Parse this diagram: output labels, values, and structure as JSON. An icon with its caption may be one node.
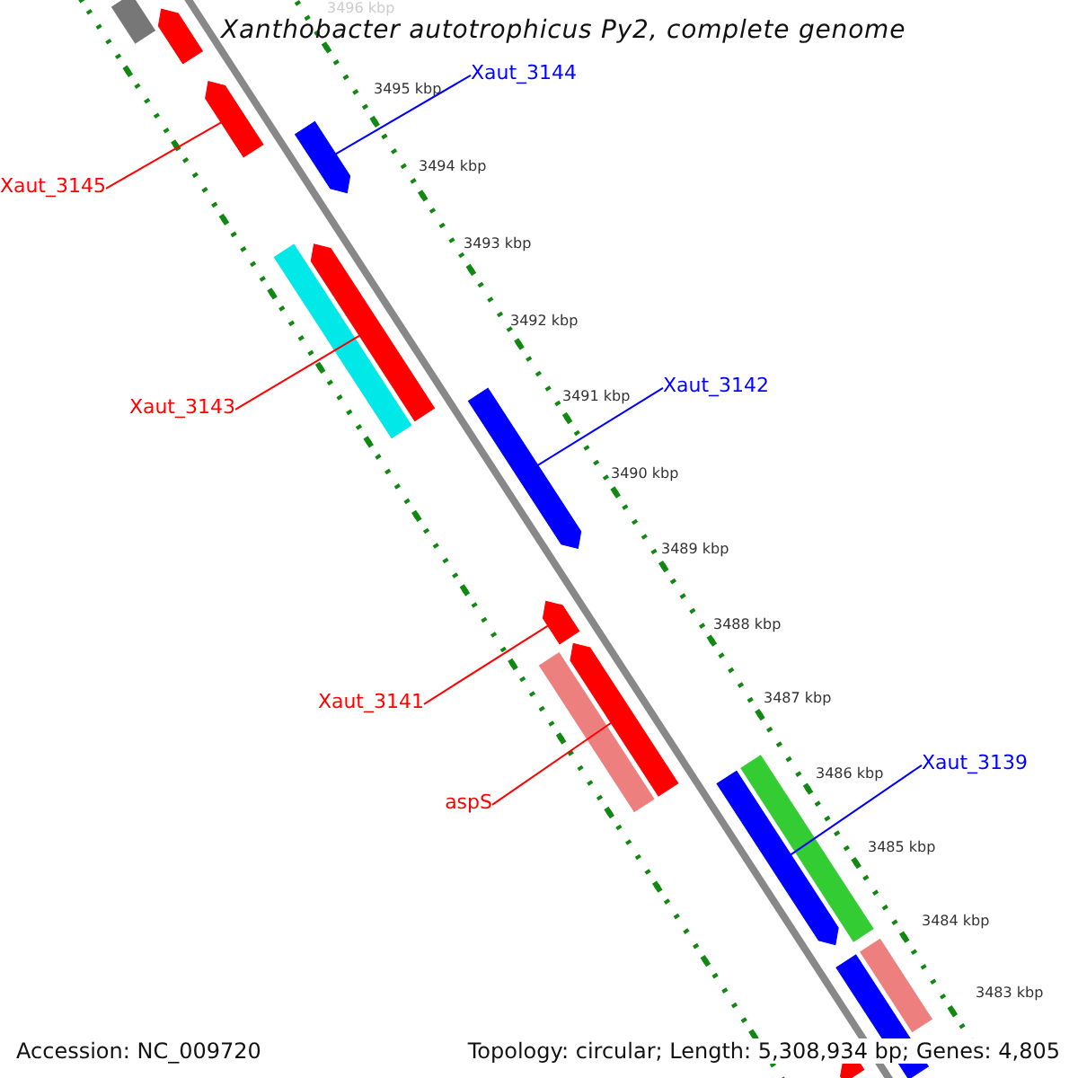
{
  "diagram": {
    "title": "Xanthobacter autotrophicus Py2, complete genome",
    "nodes": [
      {
        "text": [
          "Xaut_3144"
        ]
      },
      {
        "text": [],
        "shape": "bar"
      },
      {
        "text": [
          "Xaut_3145"
        ]
      },
      {
        "text": [],
        "shape": "bar"
      },
      {
        "text": [
          "Xaut_3143"
        ]
      },
      {
        "text": [],
        "shape": "bar"
      },
      {
        "text": [
          "Xaut_3142"
        ]
      },
      {
        "text": [],
        "shape": "bar"
      },
      {
        "text": [
          "Xaut_3141"
        ]
      },
      {
        "text": [],
        "shape": "bar"
      },
      {
        "text": [
          "aspS"
        ]
      },
      {
        "text": [],
        "shape": "bar"
      },
      {
        "text": [
          "Xaut_3139"
        ]
      },
      {
        "text": [],
        "shape": "bar"
      },
      {
        "text": [],
        "shape": "bar"
      },
      {
        "text": [],
        "shape": "bar"
      },
      {
        "text": [],
        "shape": "bar"
      },
      {
        "text": [],
        "shape": "bar"
      },
      {
        "text": [],
        "shape": "bar"
      },
      {
        "text": [],
        "shape": "bar"
      },
      {
        "text": [],
        "shape": "bar"
      },
      {
        "text": [],
        "shape": "bar"
      }
    ],
    "edges": [
      {
        "from": 0,
        "to": 1,
        "arrow": "none",
        "color": "#0000ff"
      },
      {
        "from": 2,
        "to": 3,
        "arrow": "none"
      },
      {
        "from": 4,
        "to": 5,
        "arrow": "none"
      },
      {
        "from": 6,
        "to": 7,
        "arrow": "none",
        "color": "#0000ff"
      },
      {
        "from": 8,
        "to": 9,
        "arrow": "none"
      },
      {
        "from": 10,
        "to": 11,
        "arrow": "none"
      },
      {
        "from": 12,
        "to": 13,
        "arrow": "none",
        "color": "#0000ff"
      }
    ],
    "labels": [
      "3496 kbp",
      "3495 kbp",
      "3494 kbp",
      "3493 kbp",
      "3492 kbp",
      "3491 kbp",
      "3490 kbp",
      "3489 kbp",
      "3488 kbp",
      "3487 kbp",
      "3486 kbp",
      "3485 kbp",
      "3484 kbp",
      "3483 kbp",
      "Accession: NC_009720",
      "Topology: circular; Length: 5,308,934 bp; Genes: 4,805"
    ]
  }
}
